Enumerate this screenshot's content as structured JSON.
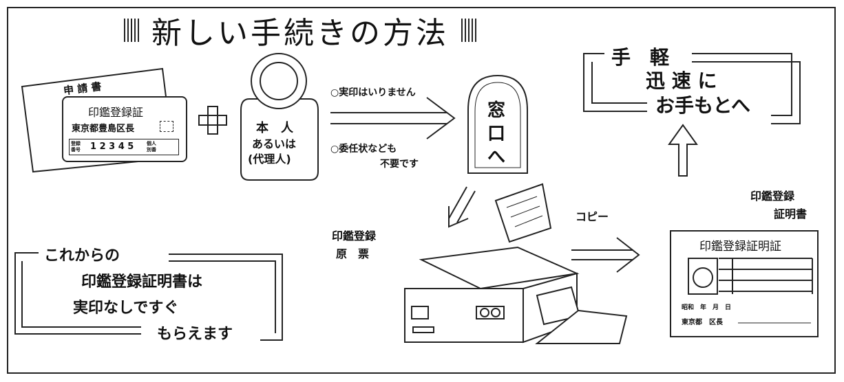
{
  "title": "新しい手続きの方法",
  "application": {
    "form_label": "申 請 書",
    "card_title": "印鑑登録証",
    "card_issuer": "東京都豊島区長",
    "card_row_label": "登録番号",
    "card_number": "1 2 3 4 5",
    "card_row_tag": "個人別番"
  },
  "person": {
    "line1": "本　人",
    "line2": "あるいは",
    "line3": "(代理人)"
  },
  "notes": {
    "no_seal": "○実印はいりません",
    "no_proxy_line1": "○委任状なども",
    "no_proxy_line2": "不要です"
  },
  "window": {
    "line1": "窓",
    "line2": "口",
    "line3": "へ"
  },
  "slogan": {
    "line1": "手　軽",
    "line2": "迅 速 に",
    "line3": "お手もとへ"
  },
  "register": {
    "line1": "印鑑登録",
    "line2": "原　票"
  },
  "copy_label": "コピー",
  "certificate": {
    "label_line1": "印鑑登録",
    "label_line2": "証明書",
    "doc_title": "印鑑登録証明証",
    "date_line": "昭和　年　月　日",
    "issuer_line": "東京都　区長"
  },
  "message": {
    "line1": "これからの",
    "line2": "印鑑登録証明書は",
    "line3": "実印なしですぐ",
    "line4": "もらえます"
  }
}
